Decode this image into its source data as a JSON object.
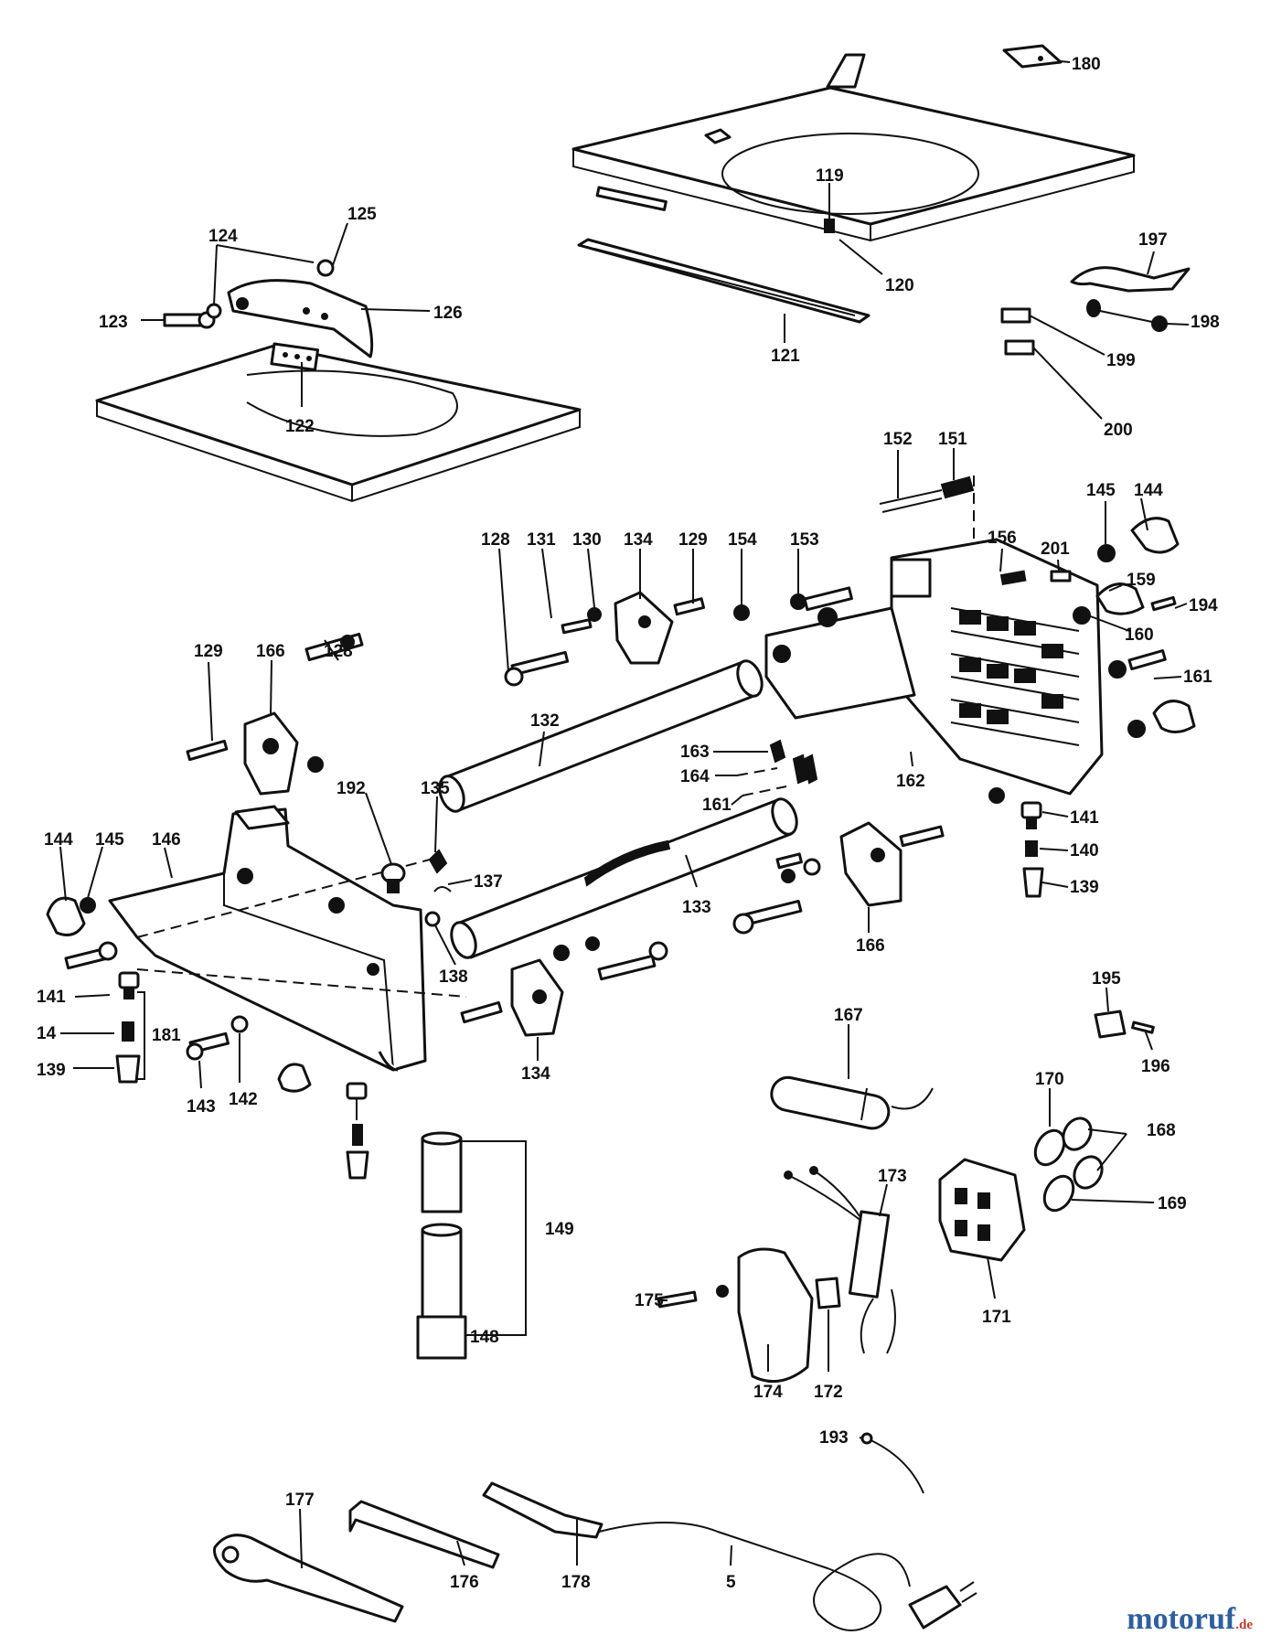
{
  "diagram": {
    "callouts": [
      "180",
      "119",
      "120",
      "121",
      "125",
      "124",
      "123",
      "126",
      "122",
      "197",
      "198",
      "199",
      "200",
      "152",
      "151",
      "145",
      "144",
      "156",
      "201",
      "159",
      "194",
      "160",
      "161",
      "128",
      "131",
      "130",
      "134",
      "129",
      "154",
      "153",
      "166",
      "132",
      "163",
      "164",
      "162",
      "141",
      "140",
      "139",
      "192",
      "135",
      "146",
      "137",
      "133",
      "138",
      "14",
      "181",
      "143",
      "142",
      "195",
      "196",
      "167",
      "170",
      "168",
      "169",
      "173",
      "171",
      "149",
      "148",
      "175",
      "174",
      "172",
      "193",
      "177",
      "176",
      "178",
      "5"
    ]
  },
  "watermark": {
    "main": "motoruf",
    "suffix": ".de"
  },
  "colors": {
    "ink": "#111111",
    "paper": "#ffffff",
    "wm_blue": "#2f5f9e",
    "wm_red": "#c0392b"
  }
}
